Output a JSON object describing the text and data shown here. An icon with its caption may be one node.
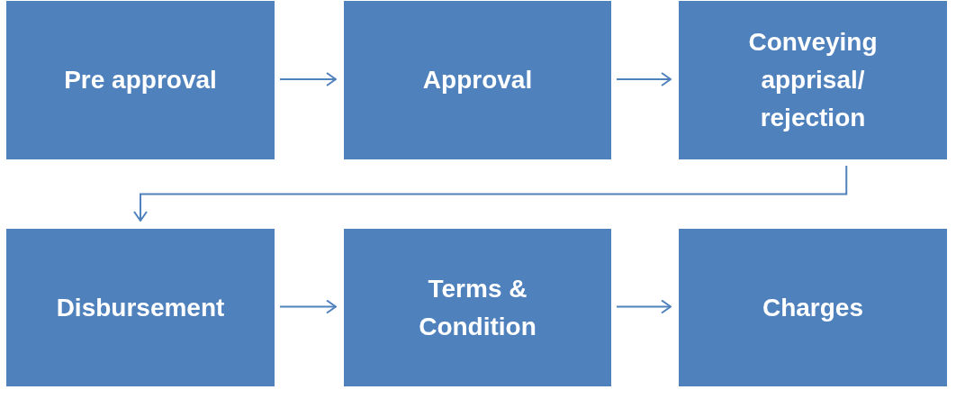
{
  "diagram": {
    "nodes": [
      {
        "text": [
          "Pre approval"
        ]
      },
      {
        "text": [
          "Approval"
        ]
      },
      {
        "text": [
          "Conveying apprisal/ rejection"
        ]
      },
      {
        "text": [
          "Disbursement"
        ]
      },
      {
        "text": [
          "Terms & Condition"
        ]
      },
      {
        "text": [
          "Charges"
        ]
      }
    ],
    "edges": [
      {
        "from": 0,
        "to": 1,
        "arrow": "to"
      },
      {
        "from": 1,
        "to": 2,
        "arrow": "to"
      },
      {
        "from": 2,
        "to": 3,
        "arrow": "to"
      },
      {
        "from": 3,
        "to": 4,
        "arrow": "to"
      },
      {
        "from": 4,
        "to": 5,
        "arrow": "to"
      }
    ]
  }
}
